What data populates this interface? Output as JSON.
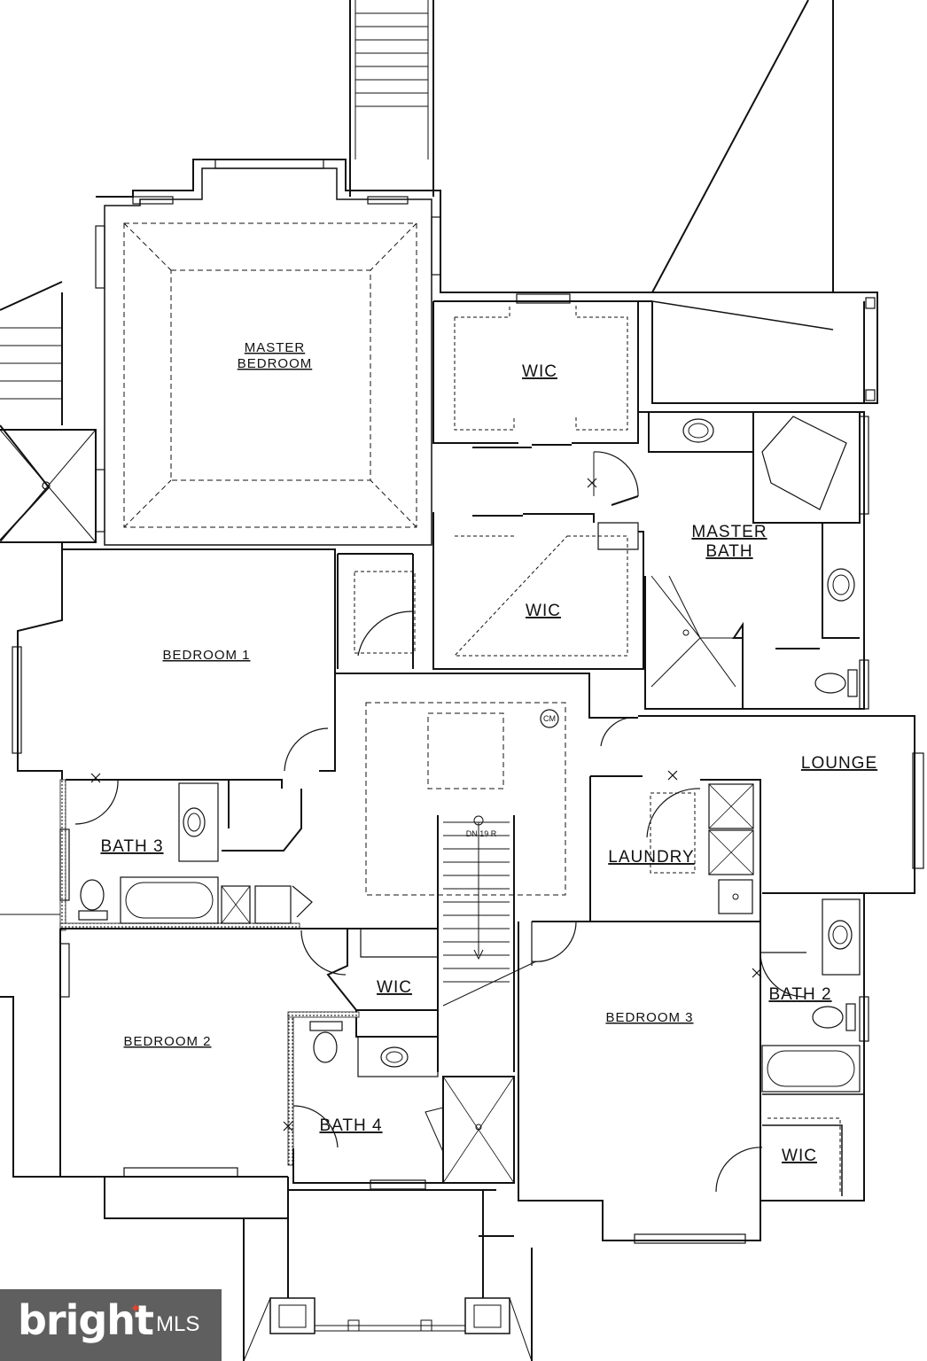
{
  "rooms": {
    "master_bedroom": [
      "MASTER",
      "BEDROOM"
    ],
    "wic_upper": "WIC",
    "wic_middle": "WIC",
    "master_bath": [
      "MASTER",
      "BATH"
    ],
    "bedroom_1": "BEDROOM 1",
    "lounge": "LOUNGE",
    "bath_3": "BATH 3",
    "laundry": "LAUNDRY",
    "stair_note": "DN 19 R",
    "cm": "CM",
    "wic_hall": "WIC",
    "bath_2": "BATH 2",
    "bedroom_2": "BEDROOM 2",
    "bedroom_3": "BEDROOM 3",
    "bath_4": "BATH 4",
    "wic_bed3": "WIC"
  },
  "watermark": {
    "brand": "bright",
    "suffix": "MLS",
    "accent_color": "#e0442c"
  },
  "colors": {
    "line": "#111111",
    "background": "#ffffff",
    "watermark_bg": "#5f5f5f"
  }
}
